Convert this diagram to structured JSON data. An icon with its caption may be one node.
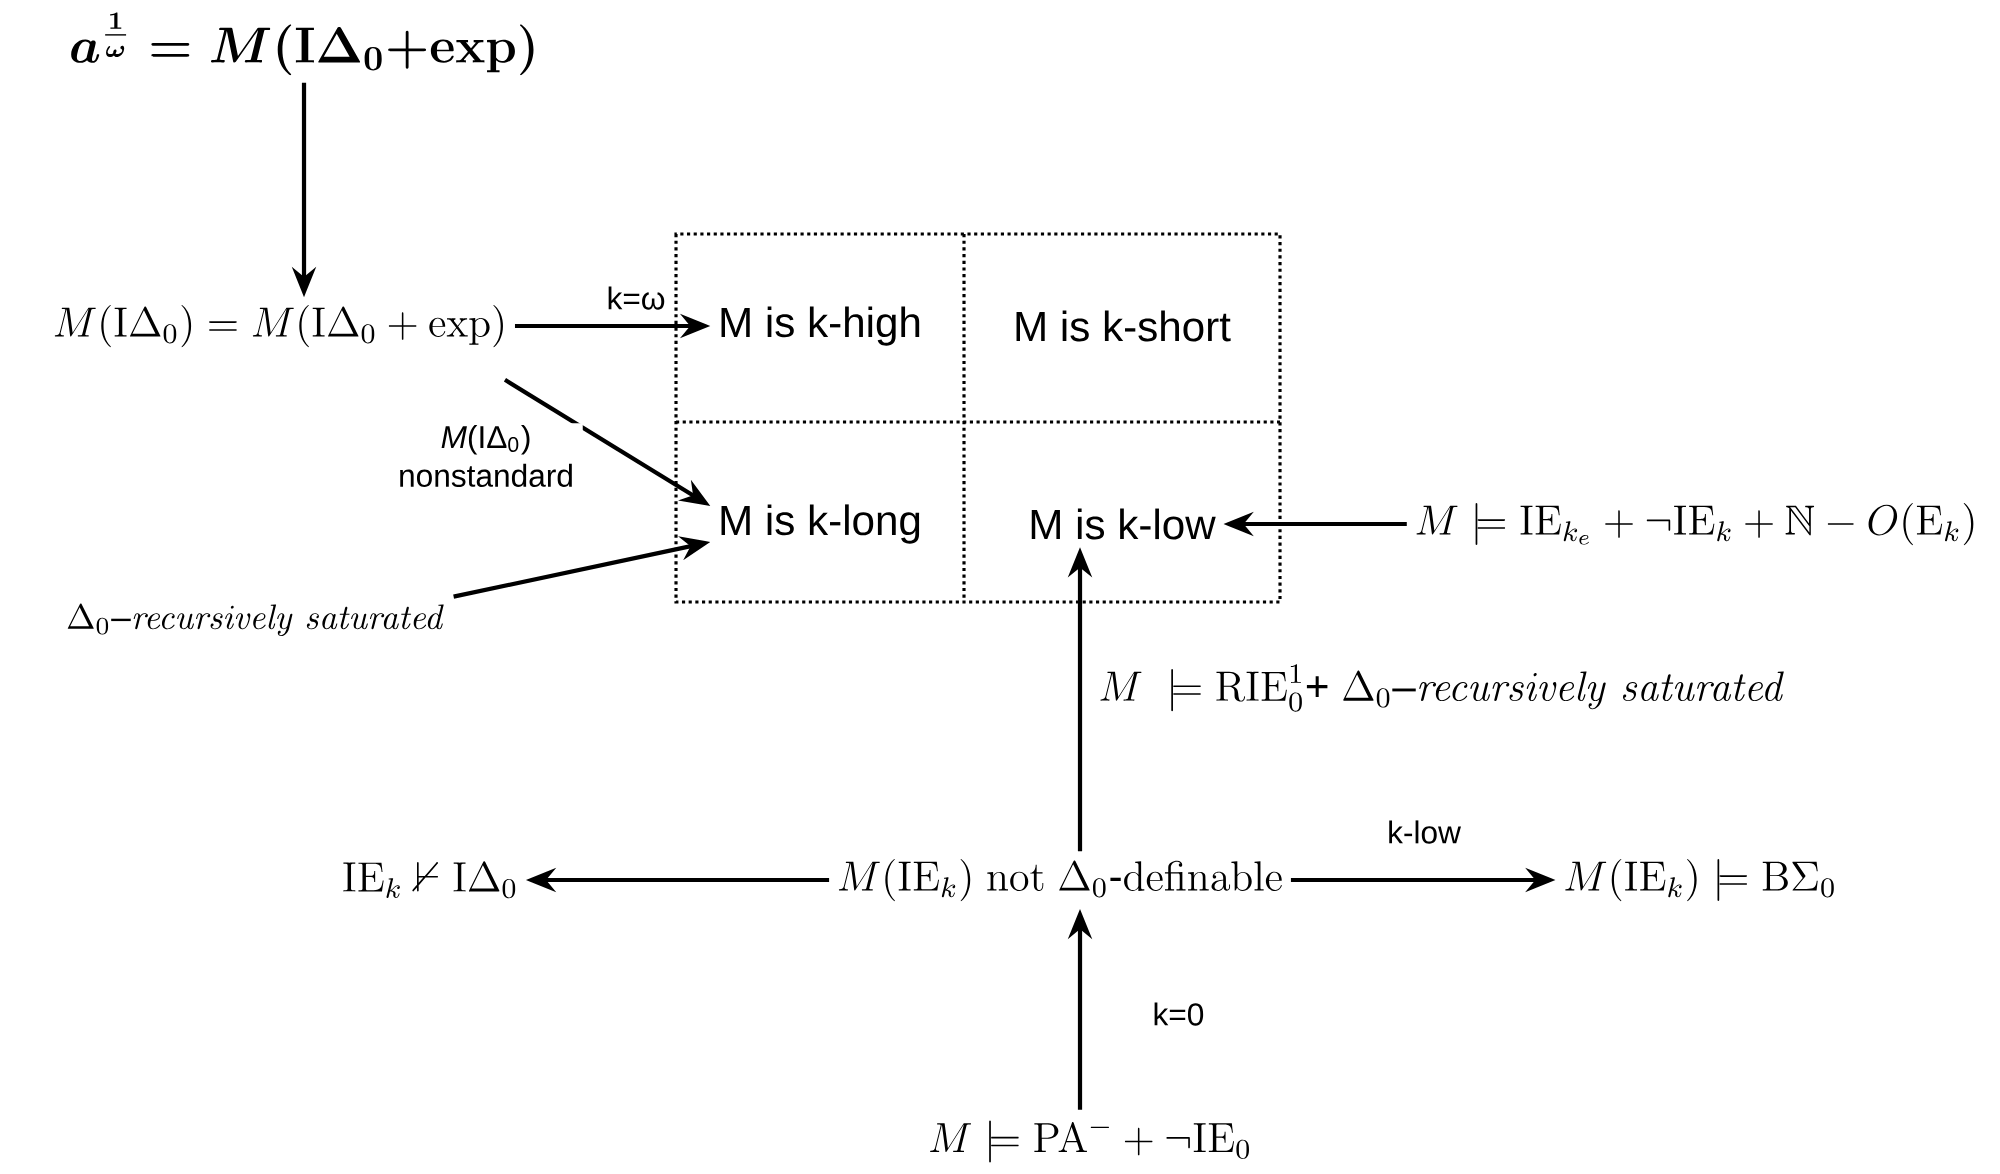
{
  "diagram": {
    "nodes": [
      {
        "text": [
          "a^{\\frac{1}{\\omega}} = M(\\mathrm{I}\\Delta_0\\mathbf{+}\\mathrm{exp})"
        ]
      },
      {
        "text": [
          "M(\\mathrm{I}\\Delta_0) = M(\\mathrm{I}\\Delta_0 + \\exp)"
        ]
      },
      {
        "text": [
          "M is k-high"
        ]
      },
      {
        "text": [
          "M is k-short"
        ]
      },
      {
        "text": [
          "M is k-long"
        ]
      },
      {
        "text": [
          "M is k-low"
        ]
      },
      {
        "text": [
          "\\Delta_0\\mbox{--}\\mathit{recursively\\ saturated}"
        ]
      },
      {
        "text": [
          "M \\models \\mathrm{IE}_{k_e} + \\neg\\mathrm{IE}_k + \\mathbb{N} - O(\\mathrm{E}_k)"
        ]
      },
      {
        "text": [
          "M(\\mathrm{IE}_k)\\ \\mathrm{not}\\ \\Delta_0\\mbox{-}\\mathrm{definable}"
        ]
      },
      {
        "text": [
          "\\mathrm{IE}_k \\nvdash \\mathrm{I}\\Delta_0"
        ]
      },
      {
        "text": [
          "M(\\mathrm{IE}_k) \\models \\mathrm{B}\\Sigma_0"
        ]
      },
      {
        "text": [
          "M \\models \\mathrm{PA}^- + \\neg\\mathrm{IE}_0"
        ]
      }
    ],
    "edges": [
      {
        "from": 0,
        "to": 1,
        "arrow": "to"
      },
      {
        "from": 1,
        "to": 2,
        "arrow": "to",
        "label": "k=ω"
      },
      {
        "from": 1,
        "to": 4,
        "arrow": "to",
        "label": "*M*(IΔ$_{0}$) nonstandard"
      },
      {
        "from": 6,
        "to": 4,
        "arrow": "to"
      },
      {
        "from": 7,
        "to": 5,
        "arrow": "to"
      },
      {
        "from": 8,
        "to": 5,
        "arrow": "to",
        "label": "M \\ \\models \\mathrm{RIE}^1_0\\mbox{+ }\\Delta_0\\mbox{--}\\mathit{recursively\\ saturated}"
      },
      {
        "from": 8,
        "to": 9,
        "arrow": "to"
      },
      {
        "from": 8,
        "to": 10,
        "arrow": "to",
        "label": "k-low"
      },
      {
        "from": 11,
        "to": 8,
        "arrow": "to",
        "label": "k=0"
      }
    ]
  }
}
